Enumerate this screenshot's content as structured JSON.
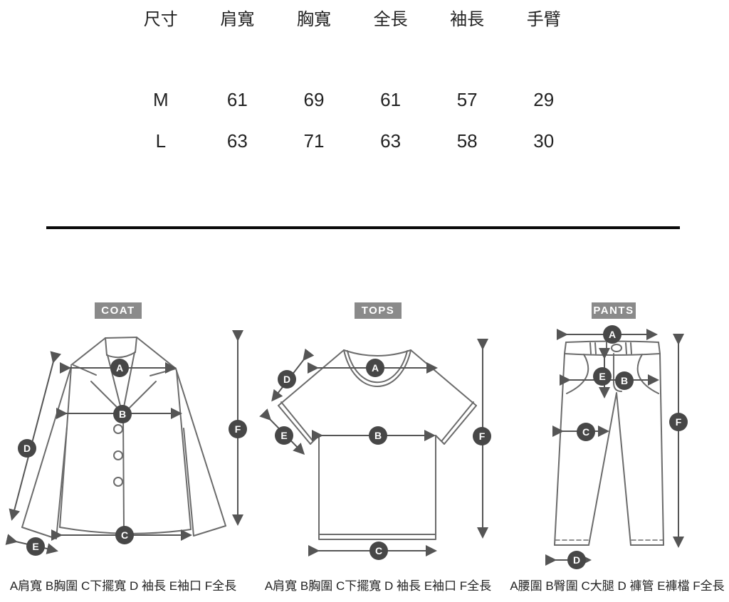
{
  "colors": {
    "text": "#222222",
    "line": "#6b6b6b",
    "arrow": "#555555",
    "divider": "#0a0a0a",
    "badge_bg": "#8a8a8a",
    "badge_text": "#ffffff",
    "marker_bg": "#474747",
    "marker_text": "#ffffff"
  },
  "size_table": {
    "headers": [
      "尺寸",
      "肩寬",
      "胸寬",
      "全長",
      "袖長",
      "手臂"
    ],
    "rows": [
      {
        "size": "M",
        "values": [
          "61",
          "69",
          "61",
          "57",
          "29"
        ]
      },
      {
        "size": "L",
        "values": [
          "63",
          "71",
          "63",
          "58",
          "30"
        ]
      }
    ]
  },
  "diagrams": [
    {
      "label": "COAT",
      "markers": [
        "A",
        "B",
        "C",
        "D",
        "E",
        "F"
      ],
      "caption": "A肩寬 B胸圍 C下擺寬 D 袖長 E袖口 F全長"
    },
    {
      "label": "TOPS",
      "markers": [
        "A",
        "B",
        "C",
        "D",
        "E",
        "F"
      ],
      "caption": "A肩寬 B胸圍 C下擺寬 D 袖長 E袖口 F全長"
    },
    {
      "label": "PANTS",
      "markers": [
        "A",
        "B",
        "C",
        "D",
        "E",
        "F"
      ],
      "caption": "A腰圍 B臀圍 C大腿 D 褲管 E褲檔 F全長"
    }
  ]
}
